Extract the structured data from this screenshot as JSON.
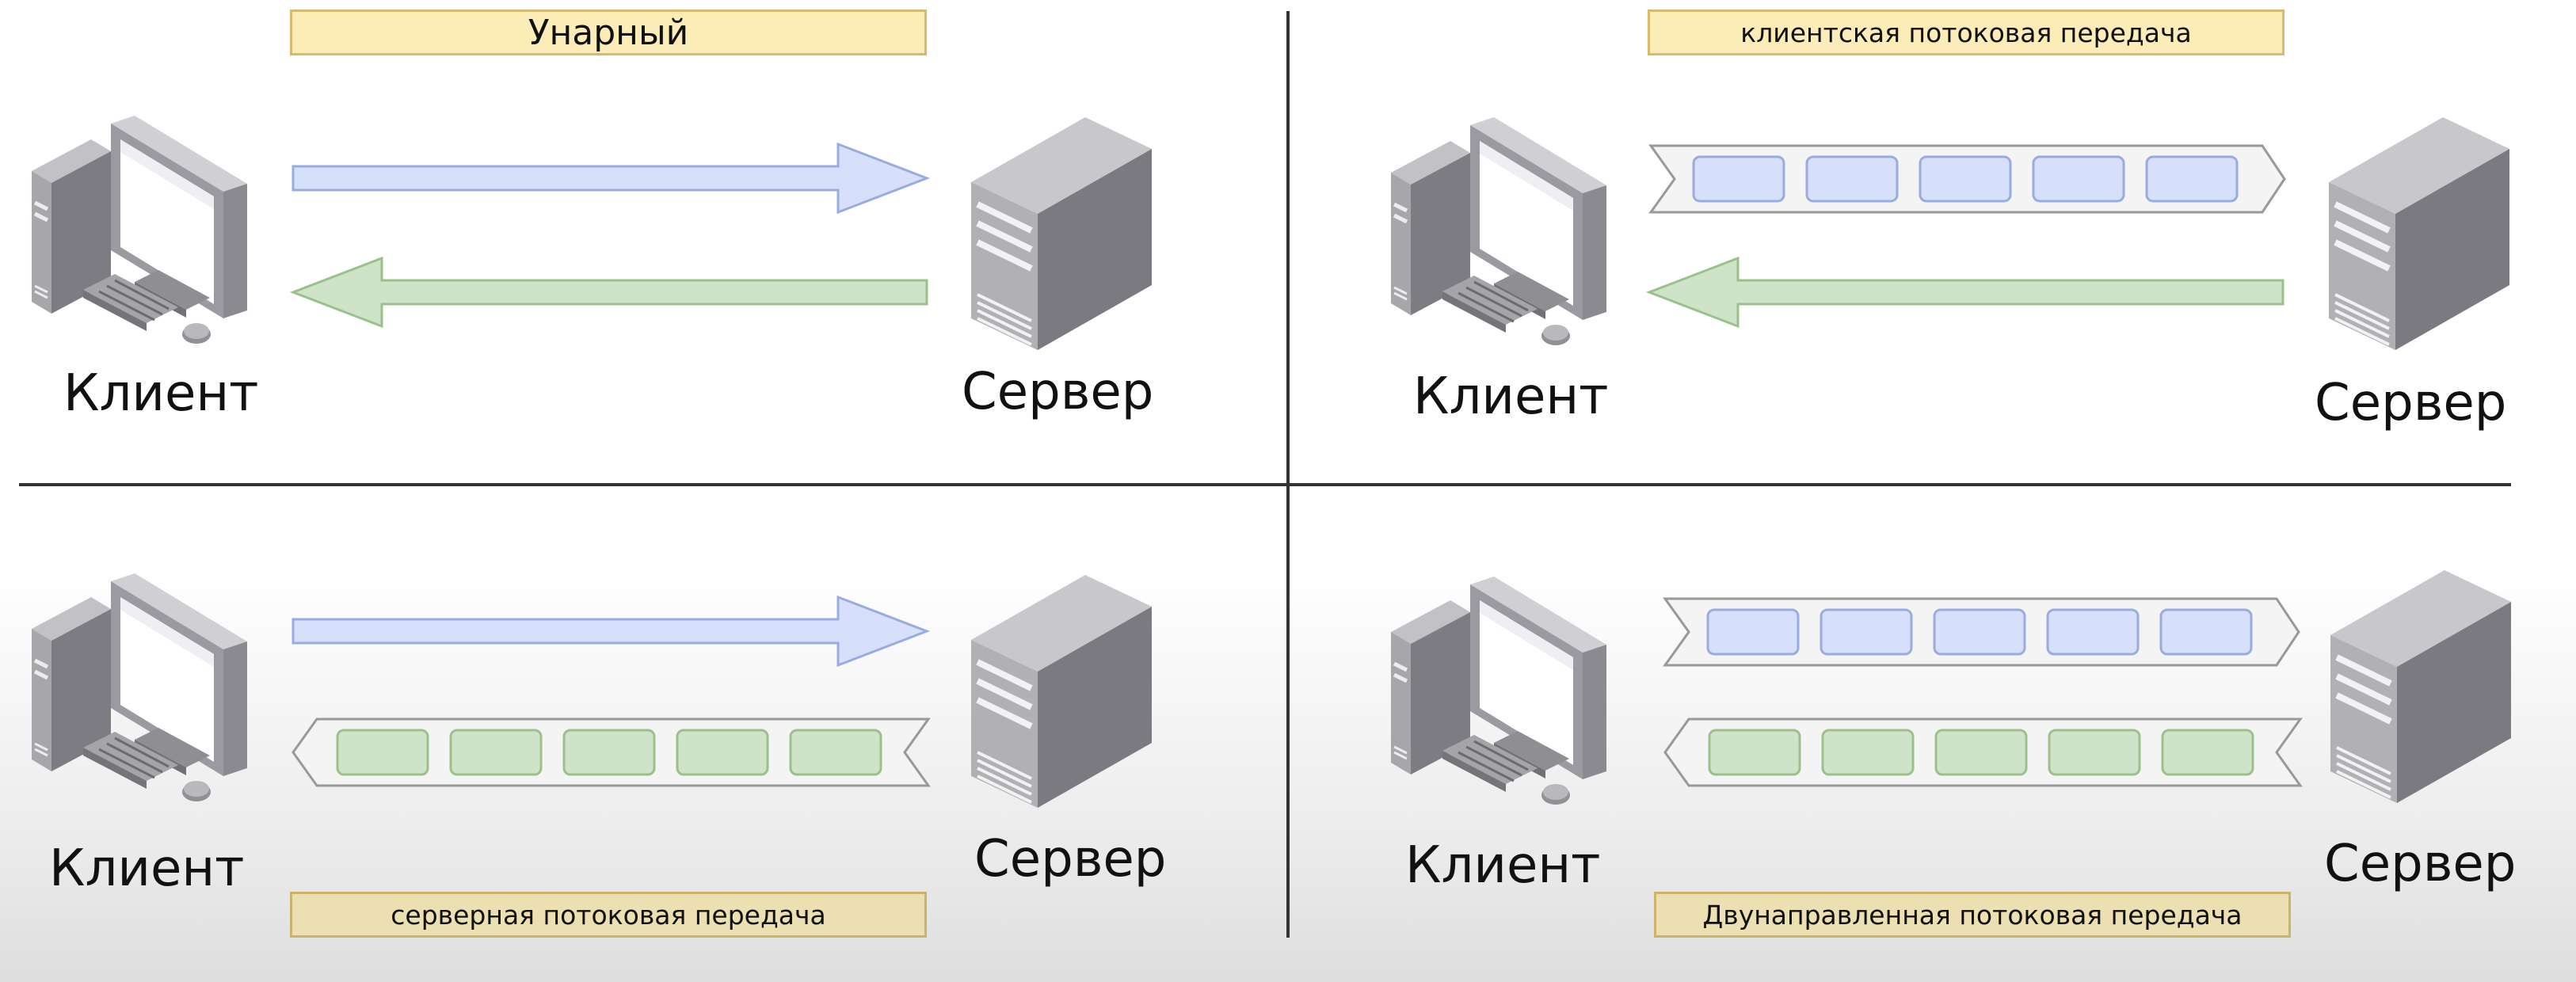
{
  "quadrants": [
    {
      "title": "Унарный",
      "client": "Клиент",
      "server": "Сервер"
    },
    {
      "title": "клиентская потоковая передача",
      "client": "Клиент",
      "server": "Сервер"
    },
    {
      "title": "серверная потоковая передача",
      "client": "Клиент",
      "server": "Сервер"
    },
    {
      "title": "Двунаправленная потоковая передача",
      "client": "Клиент",
      "server": "Сервер"
    }
  ],
  "colors": {
    "request": "#d6e0fb",
    "request_border": "#9aabe0",
    "response": "#cfe3c9",
    "response_border": "#9cc08c",
    "unary_label": "#fcedb8",
    "unary_label_border": "#d8bb6a",
    "label": "#ece0b3",
    "label_border": "#c9b46a",
    "stream_band": "#f4f4f4",
    "stream_band_border": "#999999",
    "divider": "#333333"
  }
}
